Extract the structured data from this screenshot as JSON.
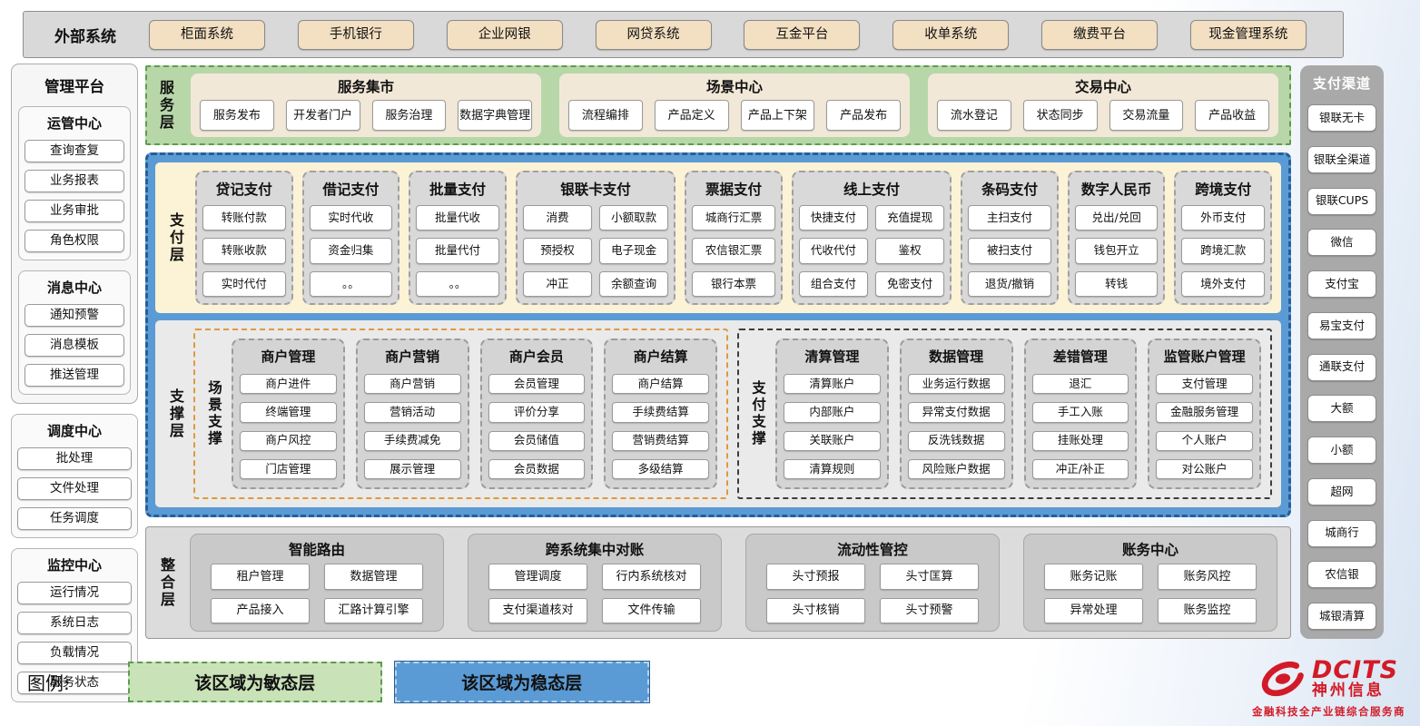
{
  "external": {
    "label": "外部系统",
    "systems": [
      "柜面系统",
      "手机银行",
      "企业网银",
      "网贷系统",
      "互金平台",
      "收单系统",
      "缴费平台",
      "现金管理系统"
    ]
  },
  "management": {
    "title": "管理平台",
    "outer_groups": [
      {
        "title": "运管中心",
        "items": [
          "查询查复",
          "业务报表",
          "业务审批",
          "角色权限"
        ]
      },
      {
        "title": "消息中心",
        "items": [
          "通知预警",
          "消息模板",
          "推送管理"
        ]
      }
    ],
    "standalone_groups": [
      {
        "title": "调度中心",
        "items": [
          "批处理",
          "文件处理",
          "任务调度"
        ]
      },
      {
        "title": "监控中心",
        "items": [
          "运行情况",
          "系统日志",
          "负载情况",
          "服务状态"
        ]
      }
    ]
  },
  "service_layer": {
    "label": "服务层",
    "groups": [
      {
        "title": "服务集市",
        "items": [
          "服务发布",
          "开发者门户",
          "服务治理",
          "数据字典管理"
        ]
      },
      {
        "title": "场景中心",
        "items": [
          "流程编排",
          "产品定义",
          "产品上下架",
          "产品发布"
        ]
      },
      {
        "title": "交易中心",
        "items": [
          "流水登记",
          "状态同步",
          "交易流量",
          "产品收益"
        ]
      }
    ]
  },
  "payment_layer": {
    "label": "支付层",
    "columns": [
      {
        "title": "贷记支付",
        "cols": 1,
        "items": [
          "转账付款",
          "转账收款",
          "实时代付"
        ]
      },
      {
        "title": "借记支付",
        "cols": 1,
        "items": [
          "实时代收",
          "资金归集",
          "。。"
        ]
      },
      {
        "title": "批量支付",
        "cols": 1,
        "items": [
          "批量代收",
          "批量代付",
          "。。"
        ]
      },
      {
        "title": "银联卡支付",
        "cols": 2,
        "items": [
          "消费",
          "小额取款",
          "预授权",
          "电子现金",
          "冲正",
          "余额查询"
        ]
      },
      {
        "title": "票据支付",
        "cols": 1,
        "items": [
          "城商行汇票",
          "农信银汇票",
          "银行本票"
        ]
      },
      {
        "title": "线上支付",
        "cols": 2,
        "items": [
          "快捷支付",
          "充值提现",
          "代收代付",
          "鉴权",
          "组合支付",
          "免密支付"
        ]
      },
      {
        "title": "条码支付",
        "cols": 1,
        "items": [
          "主扫支付",
          "被扫支付",
          "退货/撤销"
        ]
      },
      {
        "title": "数字人民币",
        "cols": 1,
        "items": [
          "兑出/兑回",
          "钱包开立",
          "转钱"
        ]
      },
      {
        "title": "跨境支付",
        "cols": 1,
        "items": [
          "外币支付",
          "跨境汇款",
          "境外支付"
        ]
      }
    ]
  },
  "support_layer": {
    "label": "支撑层",
    "groups": [
      {
        "label": "场景支撑",
        "style": "scene",
        "columns": [
          {
            "title": "商户管理",
            "items": [
              "商户进件",
              "终端管理",
              "商户风控",
              "门店管理"
            ]
          },
          {
            "title": "商户营销",
            "items": [
              "商户营销",
              "营销活动",
              "手续费减免",
              "展示管理"
            ]
          },
          {
            "title": "商户会员",
            "items": [
              "会员管理",
              "评价分享",
              "会员储值",
              "会员数据"
            ]
          },
          {
            "title": "商户结算",
            "items": [
              "商户结算",
              "手续费结算",
              "营销费结算",
              "多级结算"
            ]
          }
        ]
      },
      {
        "label": "支付支撑",
        "style": "pay",
        "columns": [
          {
            "title": "清算管理",
            "items": [
              "清算账户",
              "内部账户",
              "关联账户",
              "清算规则"
            ]
          },
          {
            "title": "数据管理",
            "items": [
              "业务运行数据",
              "异常支付数据",
              "反洗钱数据",
              "风险账户数据"
            ]
          },
          {
            "title": "差错管理",
            "items": [
              "退汇",
              "手工入账",
              "挂账处理",
              "冲正/补正"
            ]
          },
          {
            "title": "监管账户管理",
            "items": [
              "支付管理",
              "金融服务管理",
              "个人账户",
              "对公账户"
            ]
          }
        ]
      }
    ]
  },
  "integration_layer": {
    "label": "整合层",
    "panels": [
      {
        "title": "智能路由",
        "items": [
          "租户管理",
          "数据管理",
          "产品接入",
          "汇路计算引擎"
        ]
      },
      {
        "title": "跨系统集中对账",
        "items": [
          "管理调度",
          "行内系统核对",
          "支付渠道核对",
          "文件传输"
        ]
      },
      {
        "title": "流动性管控",
        "items": [
          "头寸预报",
          "头寸匡算",
          "头寸核销",
          "头寸预警"
        ]
      },
      {
        "title": "账务中心",
        "items": [
          "账务记账",
          "账务风控",
          "异常处理",
          "账务监控"
        ]
      }
    ]
  },
  "channels": {
    "title": "支付渠道",
    "items": [
      "银联无卡",
      "银联全渠道",
      "银联CUPS",
      "微信",
      "支付宝",
      "易宝支付",
      "通联支付",
      "大额",
      "小额",
      "超网",
      "城商行",
      "农信银",
      "城银清算"
    ]
  },
  "legend": {
    "label": "图例:",
    "items": [
      {
        "text": "该区域为敏态层",
        "type": "agile"
      },
      {
        "text": "该区域为稳态层",
        "type": "stable"
      }
    ]
  },
  "logo": {
    "name": "DCITS",
    "cn": "神州信息",
    "tagline": "金融科技全产业链综合服务商"
  },
  "colors": {
    "agile_green": "#b7d7a8",
    "stable_blue": "#5b9bd5",
    "payment_cream": "#fcf2d5",
    "external_tan": "#f3dfc1",
    "panel_gray": "#d9d9d9",
    "scene_border_orange": "#df993d",
    "brand_red": "#d21b27"
  }
}
